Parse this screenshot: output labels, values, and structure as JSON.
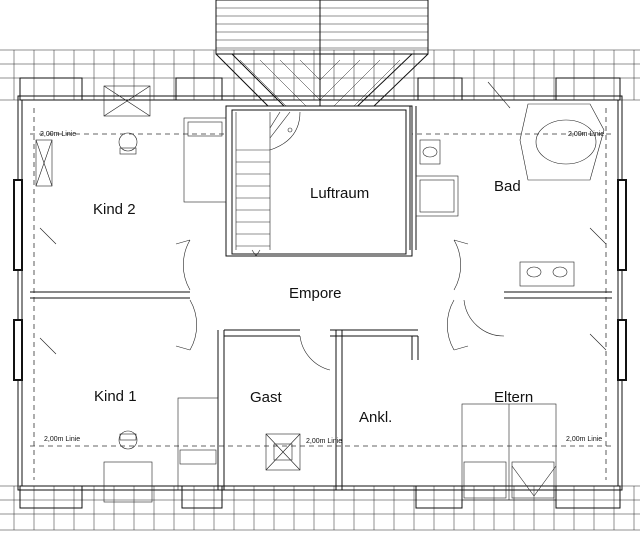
{
  "plan": {
    "rooms": {
      "kind2": "Kind 2",
      "luftraum": "Luftraum",
      "bad": "Bad",
      "empore": "Empore",
      "kind1": "Kind 1",
      "gast": "Gast",
      "ankl": "Ankl.",
      "eltern": "Eltern"
    },
    "line_labels": {
      "kind2": "2,00m Linie",
      "bad": "2,00m Linie",
      "kind1": "2,00m Linie",
      "gast": "2,00m Linie",
      "eltern": "2,00m Linie"
    }
  }
}
